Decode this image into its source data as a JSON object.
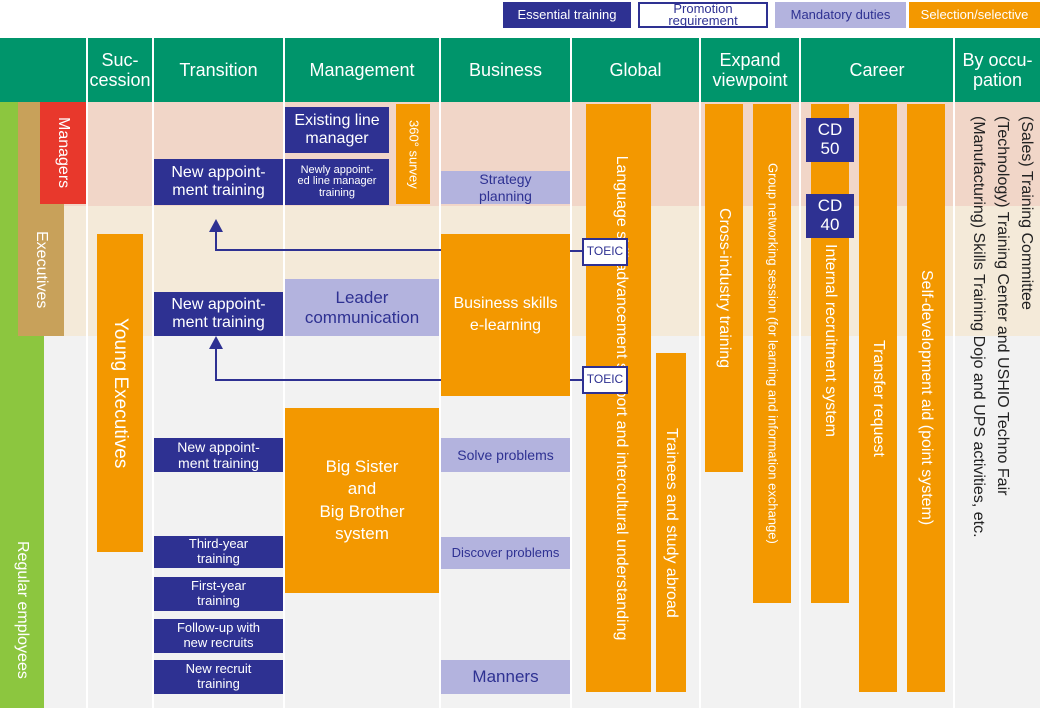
{
  "legend": {
    "essential": "Essential training",
    "promotion": "Promotion requirement",
    "mandatory": "Mandatory duties",
    "selection": "Selection/selective"
  },
  "headers": {
    "succession": "Suc-\ncession",
    "transition": "Transition",
    "management": "Management",
    "business": "Business",
    "global": "Global",
    "expand": "Expand\nviewpoint",
    "career": "Career",
    "occupation": "By occu-\npation"
  },
  "levels": {
    "managers": "Managers",
    "executives": "Executives",
    "regular": "Regular employees"
  },
  "succession": {
    "young_executives": "Young Executives"
  },
  "transition": {
    "new_appointment_1": "New appoint-\nment training",
    "new_appointment_2": "New appoint-\nment training",
    "new_appointment_3": "New appoint-\nment training",
    "third_year": "Third-year\ntraining",
    "first_year": "First-year\ntraining",
    "follow_up": "Follow-up with\nnew recruits",
    "new_recruit": "New recruit\ntraining"
  },
  "management": {
    "existing_line_manager": "Existing line\nmanager",
    "newly_appointed": "Newly appoint-\ned line manager\ntraining",
    "survey_360": "360° survey",
    "leader_communication": "Leader\ncommunication",
    "big_sister": "Big Sister\nand\nBig Brother\nsystem"
  },
  "business": {
    "strategy_planning": "Strategy\nplanning",
    "business_skills": "Business skills\ne-learning",
    "solve_problems": "Solve problems",
    "discover_problems": "Discover problems",
    "manners": "Manners",
    "toeic_1": "TOEIC",
    "toeic_2": "TOEIC"
  },
  "global": {
    "language_skill": "Language skill advancement support and intercultural understanding",
    "trainees": "Trainees and study abroad"
  },
  "expand": {
    "cross_industry": "Cross-industry training",
    "group_networking": "Group networking session (for learning and information exchange)"
  },
  "career": {
    "cd50": "CD\n50",
    "cd40": "CD\n40",
    "internal_recruitment": "Internal recruitment system",
    "transfer_request": "Transfer request",
    "self_development": "Self-development aid (point system)"
  },
  "occupation": {
    "line1": "(Sales) Training Committee",
    "line2": "(Technology) Training Center and USHIO Techno Fair",
    "line3": "(Manufacturing) Skills Training Dojo and UPS activities, etc."
  },
  "colors": {
    "header_green": "#00956b",
    "navy": "#2e3192",
    "orange": "#f39800",
    "lavender": "#b3b3de",
    "managers_red": "#e8382c",
    "executives_tan": "#c8a15a",
    "regular_green": "#8cc63f"
  }
}
